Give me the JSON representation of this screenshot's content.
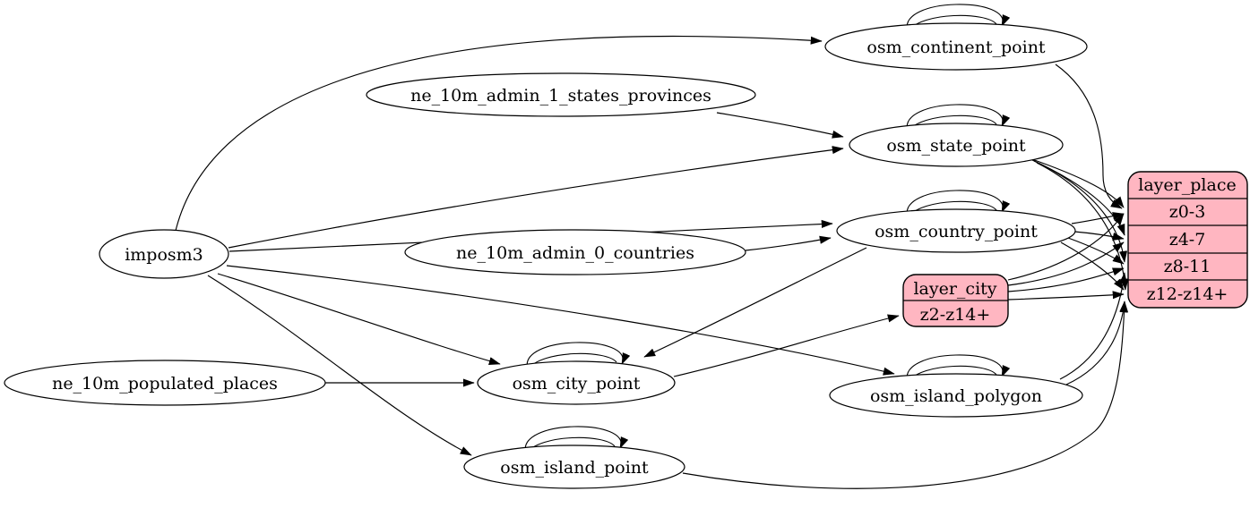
{
  "diagram": {
    "kind": "etl-graph",
    "colors": {
      "background": "#ffffff",
      "node_fill": "#ffffff",
      "record_fill": "#ffb6c1",
      "stroke": "#000000",
      "text": "#000000"
    },
    "nodes": {
      "imposm3": {
        "label": "imposm3"
      },
      "ne_10m_admin_1_states_provinces": {
        "label": "ne_10m_admin_1_states_provinces"
      },
      "ne_10m_admin_0_countries": {
        "label": "ne_10m_admin_0_countries"
      },
      "ne_10m_populated_places": {
        "label": "ne_10m_populated_places"
      },
      "osm_continent_point": {
        "label": "osm_continent_point"
      },
      "osm_state_point": {
        "label": "osm_state_point"
      },
      "osm_country_point": {
        "label": "osm_country_point"
      },
      "osm_city_point": {
        "label": "osm_city_point"
      },
      "osm_island_polygon": {
        "label": "osm_island_polygon"
      },
      "osm_island_point": {
        "label": "osm_island_point"
      }
    },
    "records": {
      "layer_place": {
        "title": "layer_place",
        "rows": [
          "z0-3",
          "z4-7",
          "z8-11",
          "z12-z14+"
        ]
      },
      "layer_city": {
        "title": "layer_city",
        "rows": [
          "z2-z14+"
        ]
      }
    },
    "edges": [
      {
        "from": "imposm3",
        "to": "osm_continent_point"
      },
      {
        "from": "imposm3",
        "to": "osm_state_point"
      },
      {
        "from": "imposm3",
        "to": "osm_country_point"
      },
      {
        "from": "imposm3",
        "to": "osm_city_point"
      },
      {
        "from": "imposm3",
        "to": "osm_island_polygon"
      },
      {
        "from": "imposm3",
        "to": "osm_island_point"
      },
      {
        "from": "ne_10m_admin_1_states_provinces",
        "to": "osm_state_point"
      },
      {
        "from": "ne_10m_admin_0_countries",
        "to": "osm_country_point"
      },
      {
        "from": "ne_10m_populated_places",
        "to": "osm_city_point"
      },
      {
        "from": "osm_continent_point",
        "to": "osm_continent_point",
        "self_loop": true
      },
      {
        "from": "osm_state_point",
        "to": "osm_state_point",
        "self_loop": true
      },
      {
        "from": "osm_country_point",
        "to": "osm_country_point",
        "self_loop": true
      },
      {
        "from": "osm_city_point",
        "to": "osm_city_point",
        "self_loop": true
      },
      {
        "from": "osm_island_polygon",
        "to": "osm_island_polygon",
        "self_loop": true
      },
      {
        "from": "osm_island_point",
        "to": "osm_island_point",
        "self_loop": true
      },
      {
        "from": "osm_country_point",
        "to": "osm_city_point"
      },
      {
        "from": "osm_city_point",
        "to": "layer_city",
        "port": "z2-z14+"
      },
      {
        "from": "layer_city",
        "to": "layer_place",
        "port": "z0-3"
      },
      {
        "from": "layer_city",
        "to": "layer_place",
        "port": "z4-7"
      },
      {
        "from": "layer_city",
        "to": "layer_place",
        "port": "z8-11"
      },
      {
        "from": "layer_city",
        "to": "layer_place",
        "port": "z12-z14+"
      },
      {
        "from": "osm_state_point",
        "to": "layer_place",
        "port": "z0-3"
      },
      {
        "from": "osm_state_point",
        "to": "layer_place",
        "port": "z4-7"
      },
      {
        "from": "osm_state_point",
        "to": "layer_place",
        "port": "z8-11"
      },
      {
        "from": "osm_state_point",
        "to": "layer_place",
        "port": "z12-z14+"
      },
      {
        "from": "osm_country_point",
        "to": "layer_place",
        "port": "z0-3"
      },
      {
        "from": "osm_country_point",
        "to": "layer_place",
        "port": "z4-7"
      },
      {
        "from": "osm_country_point",
        "to": "layer_place",
        "port": "z8-11"
      },
      {
        "from": "osm_country_point",
        "to": "layer_place",
        "port": "z12-z14+"
      },
      {
        "from": "osm_continent_point",
        "to": "layer_place",
        "port": "z0-3"
      },
      {
        "from": "osm_island_polygon",
        "to": "layer_place",
        "port": "z8-11"
      },
      {
        "from": "osm_island_polygon",
        "to": "layer_place",
        "port": "z12-z14+"
      },
      {
        "from": "osm_island_point",
        "to": "layer_place",
        "port": "z12-z14+"
      }
    ]
  }
}
